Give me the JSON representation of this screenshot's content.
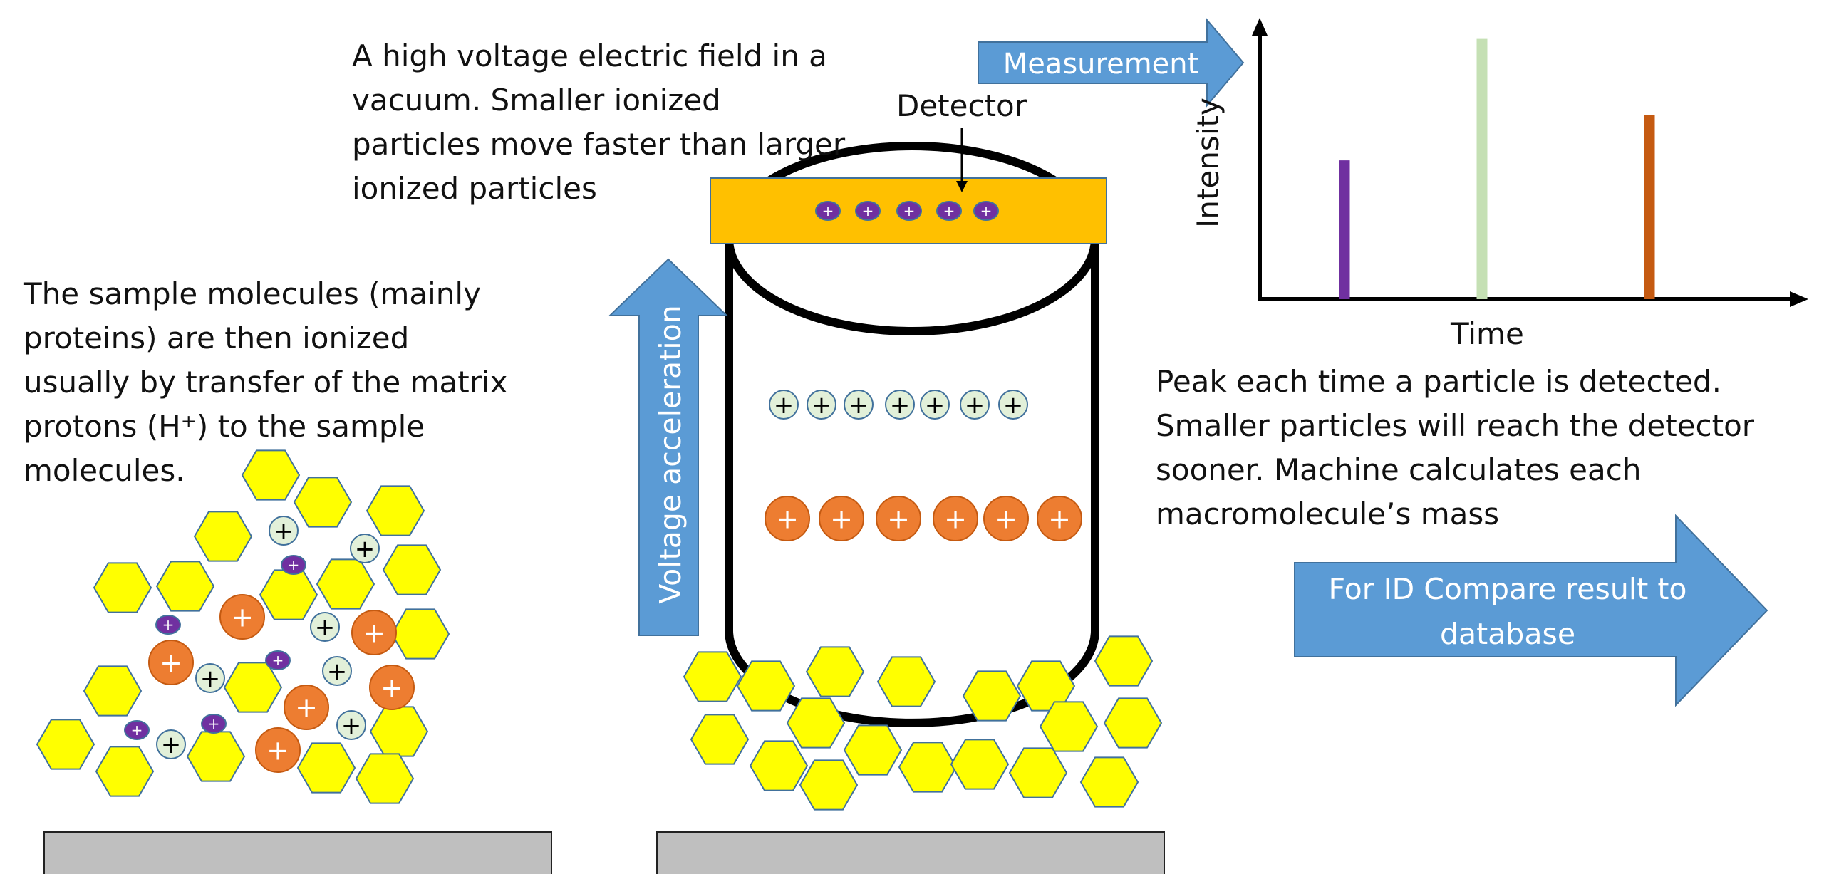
{
  "texts": {
    "intro": "The sample molecules (mainly\nproteins) are then ionized\nusually  by transfer of the matrix\nprotons (H⁺) to the sample\nmolecules.",
    "vacuum": "A high voltage electric field in a\nvacuum. Smaller ionized\nparticles move faster than larger\nionized particles",
    "detector": "Detector",
    "peak": "Peak each time a particle is detected.\nSmaller particles will reach the detector\nsooner. Machine calculates each\nmacromolecule’s mass"
  },
  "arrows": {
    "voltage": "Voltage acceleration",
    "measurement": "Measurement",
    "compare_line1": "For ID Compare result to",
    "compare_line2": "database"
  },
  "chart_data": {
    "type": "bar",
    "title": "",
    "xlabel": "Time",
    "ylabel": "Intensity",
    "categories": [
      "",
      "",
      ""
    ],
    "values": [
      40,
      75,
      53
    ],
    "colors": [
      "#7030a0",
      "#c5e0b4",
      "#c55a11"
    ],
    "ylim": [
      0,
      78
    ],
    "axis_ticks": false
  },
  "ion_symbol": "+",
  "colors": {
    "arrow_blue": "#5b9bd5",
    "detector_gold": "#ffc000",
    "hexagon_yellow": "#ffff00",
    "ion_orange": "#ed7d31",
    "ion_mint": "#e2f0d9",
    "ion_purple": "#7030a0",
    "plate_gray": "#bfbfbf"
  }
}
